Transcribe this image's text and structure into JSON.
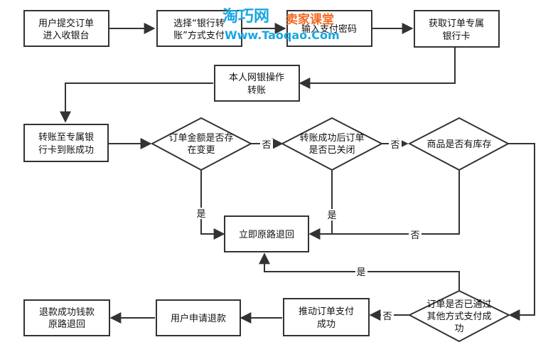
{
  "nodes": {
    "n1": [
      "用户提交订单",
      "进入收银台"
    ],
    "n2": [
      "选择“银行转",
      "账”方式支付"
    ],
    "n3": [
      "输入支付密码"
    ],
    "n4": [
      "获取订单专属",
      "银行卡"
    ],
    "n5": [
      "本人网银操作",
      "转账"
    ],
    "n6": [
      "转账至专属银",
      "行卡到账成功"
    ],
    "d1": [
      "订单金额是否存",
      "在变更"
    ],
    "d2": [
      "转账成功后订单",
      "是否已关闭"
    ],
    "d3": [
      "商品是否有库存"
    ],
    "n7": [
      "立即原路退回"
    ],
    "d4": [
      "订单是否已通过",
      "其他方式支付成",
      "功"
    ],
    "n8": [
      "推动订单支付",
      "成功"
    ],
    "n9": [
      "用户申请退款"
    ],
    "n10": [
      "退款成功钱款",
      "原路退回"
    ]
  },
  "edge_labels": {
    "d1_no": "否",
    "d2_no": "否",
    "d1_yes": "是",
    "d2_yes": "是",
    "d3_no": "否",
    "d4_yes": "是",
    "d4_no": "否"
  },
  "watermark": {
    "logo": "淘巧网",
    "tagline": "卖家课堂",
    "url": "Www.Taoqao.Com"
  }
}
